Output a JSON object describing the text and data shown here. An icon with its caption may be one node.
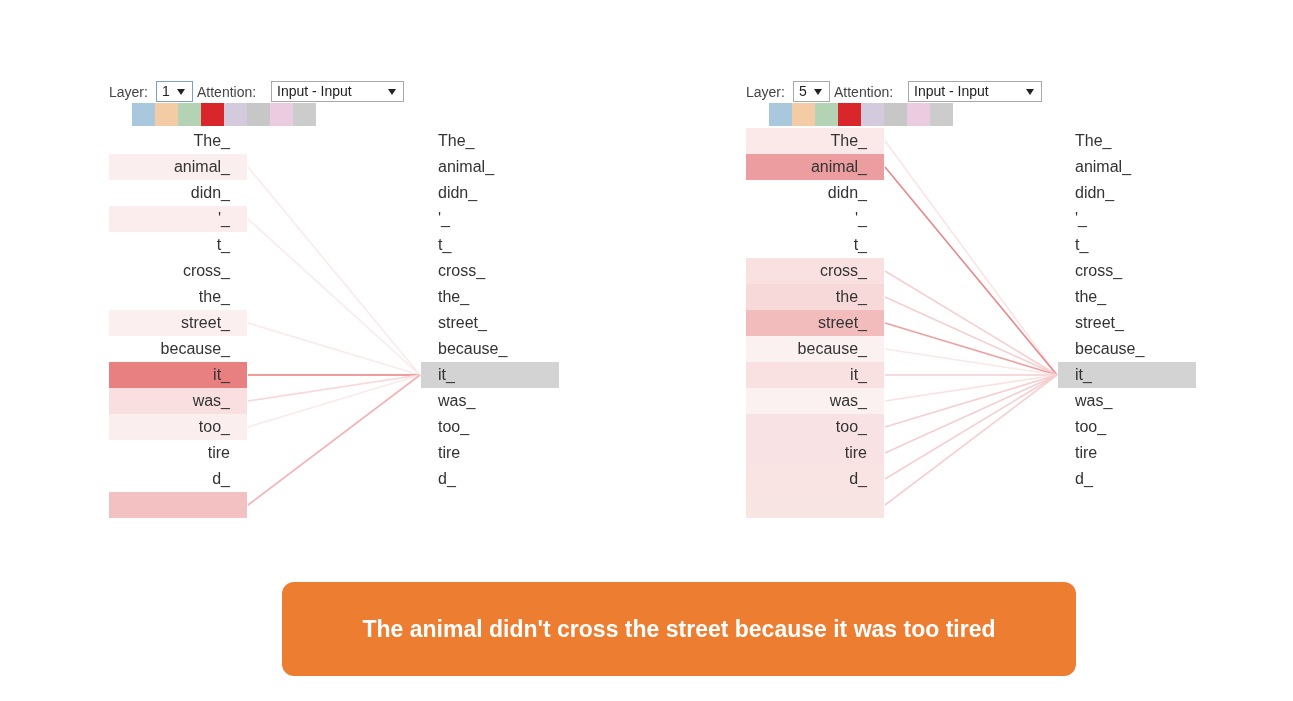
{
  "diagram": {
    "caption": "The animal didn't cross the street because it was too tired",
    "nodes": [
      {
        "text": [
          "The_"
        ]
      },
      {
        "text": [
          "animal_"
        ]
      },
      {
        "text": [
          "didn_"
        ]
      },
      {
        "text": [
          "'_"
        ]
      },
      {
        "text": [
          "t_"
        ]
      },
      {
        "text": [
          "cross_"
        ]
      },
      {
        "text": [
          "the_"
        ]
      },
      {
        "text": [
          "street_"
        ]
      },
      {
        "text": [
          "because_"
        ]
      },
      {
        "text": [
          "it_"
        ]
      },
      {
        "text": [
          "was_"
        ]
      },
      {
        "text": [
          "too_"
        ]
      },
      {
        "text": [
          "tire"
        ]
      },
      {
        "text": [
          "d_"
        ]
      },
      {
        "text": [],
        "shape": "bar"
      },
      {
        "text": [
          "The_"
        ]
      },
      {
        "text": [
          "animal_"
        ]
      },
      {
        "text": [
          "didn_"
        ]
      },
      {
        "text": [
          "'_"
        ]
      },
      {
        "text": [
          "t_"
        ]
      },
      {
        "text": [
          "cross_"
        ]
      },
      {
        "text": [
          "the_"
        ]
      },
      {
        "text": [
          "street_"
        ]
      },
      {
        "text": [
          "because_"
        ]
      },
      {
        "text": [
          "it_"
        ]
      },
      {
        "text": [
          "was_"
        ]
      },
      {
        "text": [
          "too_"
        ]
      },
      {
        "text": [
          "tire"
        ]
      },
      {
        "text": [
          "d_"
        ]
      },
      {
        "text": [
          "The_"
        ]
      },
      {
        "text": [
          "animal_"
        ]
      },
      {
        "text": [
          "didn_"
        ]
      },
      {
        "text": [
          "'_"
        ]
      },
      {
        "text": [
          "t_"
        ]
      },
      {
        "text": [
          "cross_"
        ]
      },
      {
        "text": [
          "the_"
        ]
      },
      {
        "text": [
          "street_"
        ]
      },
      {
        "text": [
          "because_"
        ]
      },
      {
        "text": [
          "it_"
        ]
      },
      {
        "text": [
          "was_"
        ]
      },
      {
        "text": [
          "too_"
        ]
      },
      {
        "text": [
          "tire"
        ]
      },
      {
        "text": [
          "d_"
        ]
      },
      {
        "text": [],
        "shape": "bar"
      },
      {
        "text": [
          "The_"
        ]
      },
      {
        "text": [
          "animal_"
        ]
      },
      {
        "text": [
          "didn_"
        ]
      },
      {
        "text": [
          "'_"
        ]
      },
      {
        "text": [
          "t_"
        ]
      },
      {
        "text": [
          "cross_"
        ]
      },
      {
        "text": [
          "the_"
        ]
      },
      {
        "text": [
          "street_"
        ]
      },
      {
        "text": [
          "because_"
        ]
      },
      {
        "text": [
          "it_"
        ]
      },
      {
        "text": [
          "was_"
        ]
      },
      {
        "text": [
          "too_"
        ]
      },
      {
        "text": [
          "tire"
        ]
      },
      {
        "text": [
          "d_"
        ]
      }
    ],
    "edges": [
      {
        "from": 1,
        "to": 24,
        "arrow": "none",
        "color": "#fbeaea"
      },
      {
        "from": 3,
        "to": 24,
        "arrow": "none",
        "color": "#fbeaea"
      },
      {
        "from": 7,
        "to": 24,
        "arrow": "none",
        "color": "#fbeaea"
      },
      {
        "from": 9,
        "to": 24,
        "arrow": "none",
        "color": "#ec7b7f"
      },
      {
        "from": 10,
        "to": 24,
        "arrow": "none",
        "color": "#f8d8d9"
      },
      {
        "from": 11,
        "to": 24,
        "arrow": "none",
        "color": "#fbeaea"
      },
      {
        "from": 14,
        "to": 24,
        "arrow": "none",
        "color": "#f2b2b4"
      },
      {
        "from": 29,
        "to": 53,
        "arrow": "none",
        "color": "#fbe4e4"
      },
      {
        "from": 30,
        "to": 53,
        "arrow": "none",
        "color": "#e8878a"
      },
      {
        "from": 34,
        "to": 53,
        "arrow": "none"
      },
      {
        "from": 35,
        "to": 53,
        "arrow": "none"
      },
      {
        "from": 36,
        "to": 53,
        "arrow": "none",
        "color": "#eca2a4"
      },
      {
        "from": 37,
        "to": 53,
        "arrow": "none",
        "color": "#fbe8e8"
      },
      {
        "from": 38,
        "to": 53,
        "arrow": "none"
      },
      {
        "from": 39,
        "to": 53,
        "arrow": "none",
        "color": "#fae2e2"
      },
      {
        "from": 40,
        "to": 53,
        "arrow": "none"
      },
      {
        "from": 41,
        "to": 53,
        "arrow": "none"
      },
      {
        "from": 42,
        "to": 53,
        "arrow": "none"
      },
      {
        "from": 43,
        "to": 53,
        "arrow": "none"
      }
    ],
    "labels": [
      "Layer:",
      "1",
      "Attention:",
      "Input - Input",
      "Layer:",
      "5",
      "Attention:",
      "Input - Input"
    ]
  }
}
